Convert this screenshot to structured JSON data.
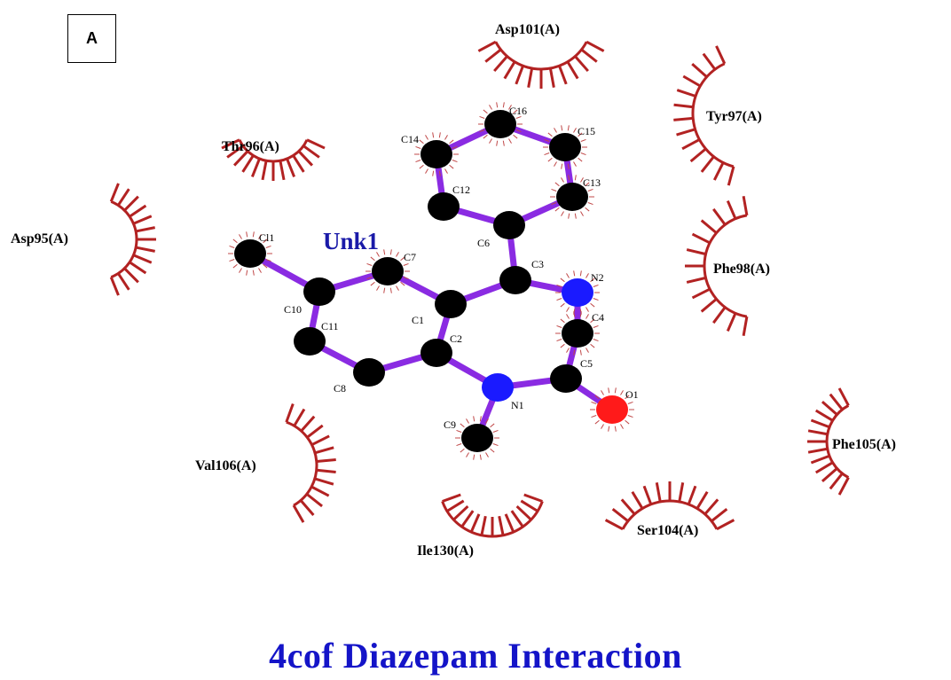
{
  "panel_label": "A",
  "caption": "4cof  Diazepam  Interaction",
  "ligand_name": "Unk1",
  "colors": {
    "bond": "#8a2be2",
    "carbon": "#000000",
    "nitrogen": "#1a1aff",
    "oxygen": "#ff1a1a",
    "hydrophobic_arc": "#b22222",
    "ligand_label": "#1a1aa8",
    "caption": "#1414c8"
  },
  "atoms": [
    {
      "id": "C11",
      "label": "Cl1",
      "element": "C"
    },
    {
      "id": "C10",
      "label": "C10",
      "element": "C"
    },
    {
      "id": "C7",
      "label": "C7",
      "element": "C"
    },
    {
      "id": "C1",
      "label": "C1",
      "element": "C"
    },
    {
      "id": "C2",
      "label": "C2",
      "element": "C"
    },
    {
      "id": "C8",
      "label": "C8",
      "element": "C"
    },
    {
      "id": "CC11",
      "label": "C11",
      "element": "C"
    },
    {
      "id": "C3",
      "label": "C3",
      "element": "C"
    },
    {
      "id": "C6",
      "label": "C6",
      "element": "C"
    },
    {
      "id": "C12",
      "label": "C12",
      "element": "C"
    },
    {
      "id": "C14",
      "label": "C14",
      "element": "C"
    },
    {
      "id": "C16",
      "label": "C16",
      "element": "C"
    },
    {
      "id": "C15",
      "label": "C15",
      "element": "C"
    },
    {
      "id": "C13",
      "label": "C13",
      "element": "C"
    },
    {
      "id": "N2",
      "label": "N2",
      "element": "N"
    },
    {
      "id": "C4",
      "label": "C4",
      "element": "C"
    },
    {
      "id": "C5",
      "label": "C5",
      "element": "C"
    },
    {
      "id": "N1",
      "label": "N1",
      "element": "N"
    },
    {
      "id": "O1",
      "label": "O1",
      "element": "O"
    },
    {
      "id": "C9",
      "label": "C9",
      "element": "C"
    }
  ],
  "bonds": [
    [
      "C11",
      "C10"
    ],
    [
      "C10",
      "C7"
    ],
    [
      "C7",
      "C1"
    ],
    [
      "C1",
      "C2"
    ],
    [
      "C2",
      "C8"
    ],
    [
      "C8",
      "CC11"
    ],
    [
      "CC11",
      "C10"
    ],
    [
      "C1",
      "C3"
    ],
    [
      "C3",
      "C6"
    ],
    [
      "C6",
      "C12"
    ],
    [
      "C12",
      "C14"
    ],
    [
      "C14",
      "C16"
    ],
    [
      "C16",
      "C15"
    ],
    [
      "C15",
      "C13"
    ],
    [
      "C13",
      "C6"
    ],
    [
      "C3",
      "N2"
    ],
    [
      "N2",
      "C4"
    ],
    [
      "C4",
      "C5"
    ],
    [
      "C5",
      "N1"
    ],
    [
      "N1",
      "C2"
    ],
    [
      "C5",
      "O1"
    ],
    [
      "N1",
      "C9"
    ]
  ],
  "residues": [
    {
      "id": "asp101",
      "label": "Asp101(A)"
    },
    {
      "id": "tyr97",
      "label": "Tyr97(A)"
    },
    {
      "id": "thr96",
      "label": "Thr96(A)"
    },
    {
      "id": "asp95",
      "label": "Asp95(A)"
    },
    {
      "id": "phe98",
      "label": "Phe98(A)"
    },
    {
      "id": "phe105",
      "label": "Phe105(A)"
    },
    {
      "id": "val106",
      "label": "Val106(A)"
    },
    {
      "id": "ser104",
      "label": "Ser104(A)"
    },
    {
      "id": "ile130",
      "label": "Ile130(A)"
    }
  ]
}
